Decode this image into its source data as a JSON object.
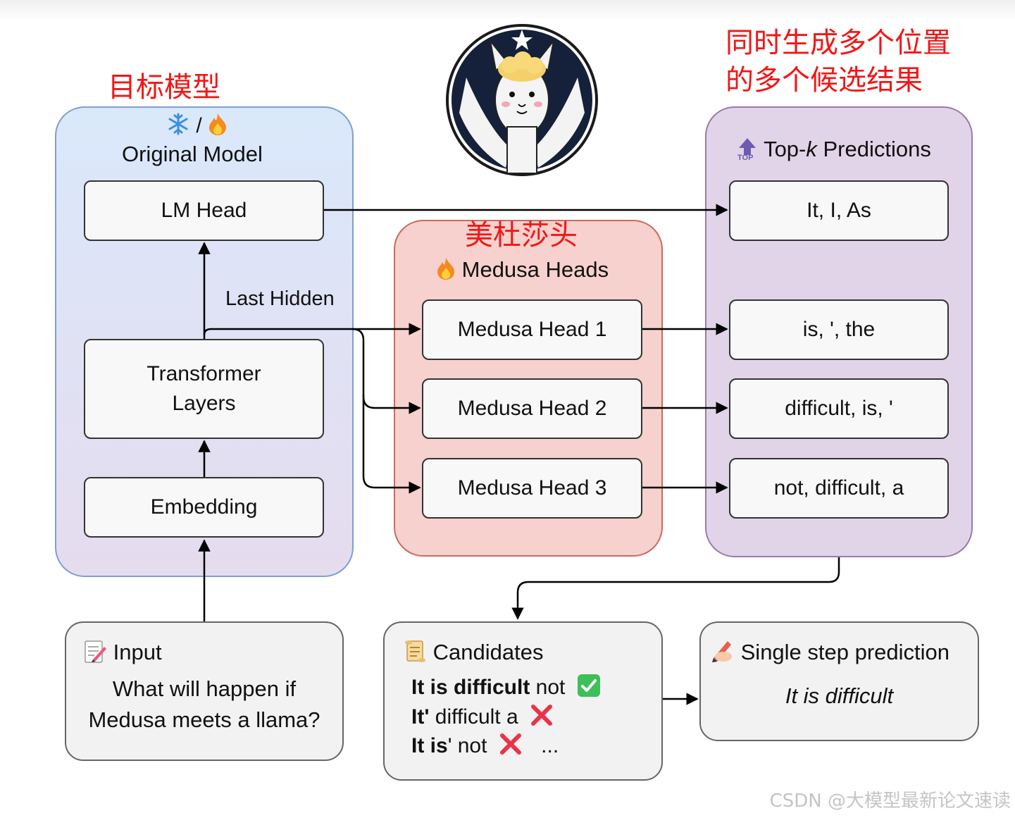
{
  "annotations": {
    "target_model_cn": "目标模型",
    "medusa_heads_cn": "美杜莎头",
    "multi_position_cn_line1": "同时生成多个位置",
    "multi_position_cn_line2": "的多个候选结果"
  },
  "original_model": {
    "title": "Original Model",
    "status_separator": "/",
    "lm_head": "LM Head",
    "transformer_line1": "Transformer",
    "transformer_line2": "Layers",
    "embedding": "Embedding",
    "last_hidden": "Last Hidden"
  },
  "medusa": {
    "title": "Medusa Heads",
    "heads": [
      "Medusa Head 1",
      "Medusa Head 2",
      "Medusa Head 3"
    ]
  },
  "topk": {
    "title_prefix": "Top-",
    "title_k": "k",
    "title_suffix": " Predictions",
    "icon_text": "TOP",
    "rows": [
      "It, I, As",
      "is, ', the",
      "difficult, is, '",
      "not, difficult, a"
    ]
  },
  "input_card": {
    "title": "Input",
    "line1": "What will happen if",
    "line2": "Medusa meets a llama?"
  },
  "candidates_card": {
    "title": "Candidates",
    "row1_bold": "It is difficult",
    "row1_rest": " not",
    "row2_bold": "It'",
    "row2_rest": " difficult a",
    "row3_bold": "It is",
    "row3_rest": "' not",
    "ellipsis": "..."
  },
  "prediction_card": {
    "title": "Single step prediction",
    "text": "It is difficult"
  },
  "watermark": "CSDN @大模型最新论文速读",
  "colors": {
    "annotation_red": "#f21616",
    "original_panel": "#dae8fb",
    "medusa_panel": "#f6d1cd",
    "topk_panel": "#e2d4e8",
    "check_green": "#3dbf5a",
    "cross_red": "#e8344a"
  }
}
